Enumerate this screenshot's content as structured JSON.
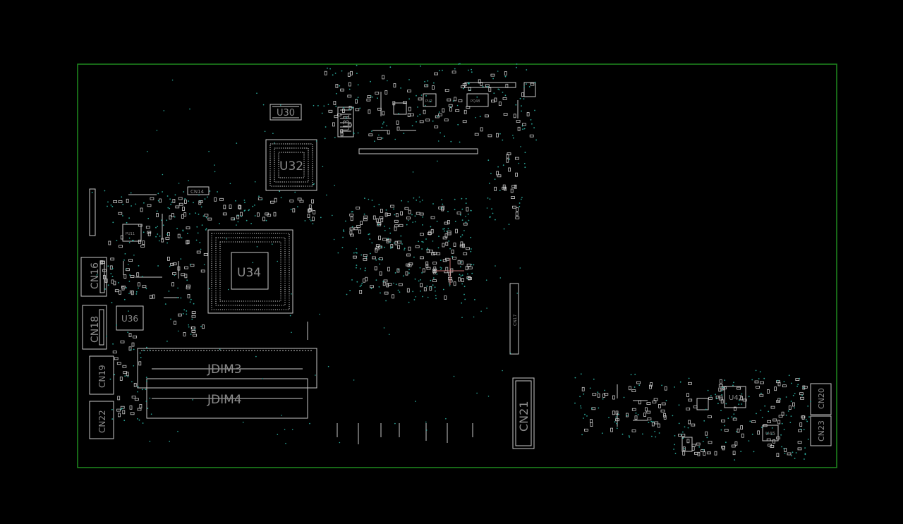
{
  "colors": {
    "background": "#000000",
    "outline": "#1f8a1f",
    "silkscreen": "#c8c8c8",
    "label": "#8a8a8a",
    "via": "#2aa89a",
    "cursor": "#c07070"
  },
  "components": {
    "u30": "U30",
    "u31": "U31",
    "u32": "U32",
    "u34": "U34",
    "u36": "U36",
    "u42": "U42",
    "u45": "U45",
    "pu2": "PU2",
    "pq48": "PQ48",
    "pu11": "PU11",
    "cn14": "CN14",
    "cn16": "CN16",
    "cn17": "CN17",
    "cn18": "CN18",
    "cn19": "CN19",
    "cn20": "CN20",
    "cn21": "CN21",
    "cn22": "CN22",
    "cn23": "CN23",
    "jdim3": "JDIM3",
    "jdim4": "JDIM4"
  }
}
